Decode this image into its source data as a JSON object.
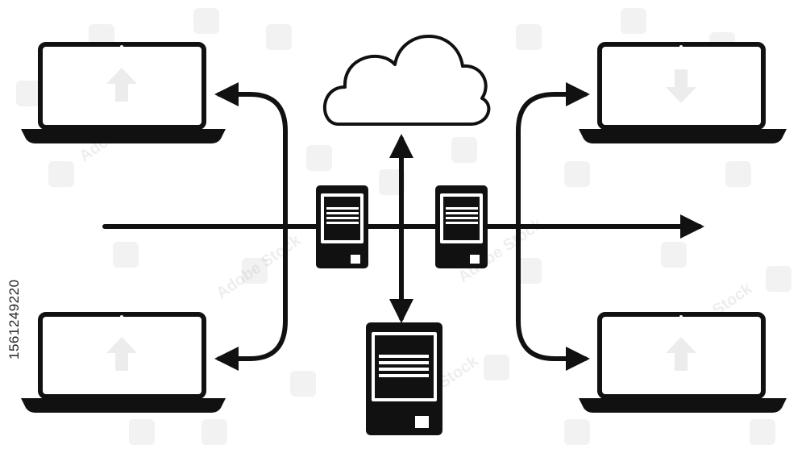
{
  "stock_id": "1561249220",
  "watermark": "Adobe Stock",
  "colors": {
    "ink": "#111111",
    "background": "#ffffff",
    "tile": "#f1f1f1"
  },
  "devices": {
    "laptops": [
      {
        "name": "laptop-top-left",
        "screen_icon": "arrow-up-icon"
      },
      {
        "name": "laptop-bottom-left",
        "screen_icon": "arrow-up-icon"
      },
      {
        "name": "laptop-top-right",
        "screen_icon": "arrow-down-icon"
      },
      {
        "name": "laptop-bottom-right",
        "screen_icon": "arrow-up-icon"
      }
    ],
    "servers": [
      "server-left",
      "server-right",
      "server-bottom"
    ],
    "cloud": "cloud-icon"
  }
}
